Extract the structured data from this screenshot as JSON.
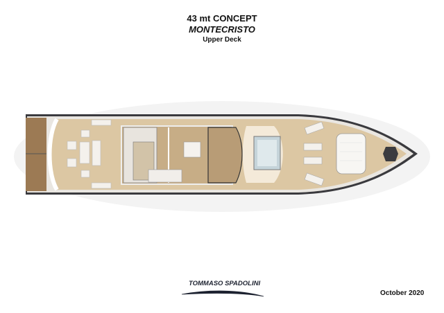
{
  "header": {
    "title": "43 mt CONCEPT",
    "subtitle": "MONTECRISTO",
    "deck": "Upper Deck"
  },
  "footer": {
    "logo_text": "TOMMASO SPADOLINI",
    "date": "October 2020"
  },
  "colors": {
    "deck": "#dcc7a3",
    "hull": "#3a3a3e",
    "interior": "#c7ad86",
    "aft_deck": "#9c7a54"
  }
}
